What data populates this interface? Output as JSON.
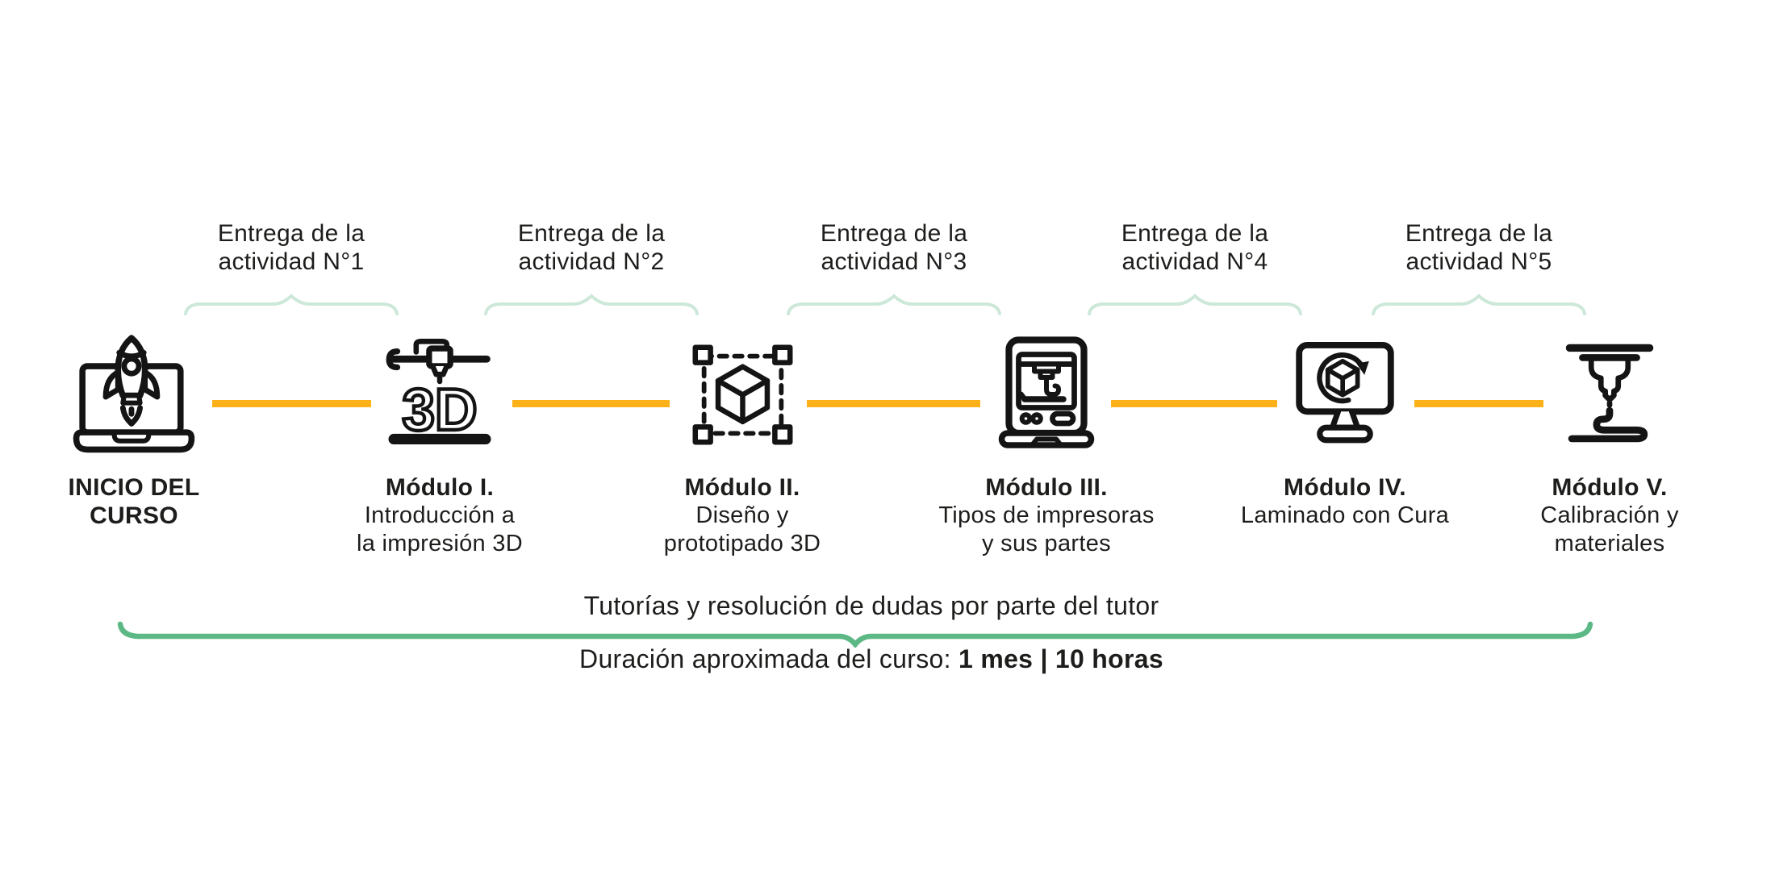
{
  "palette": {
    "connector_yellow": "#FBB117",
    "activity_brace_green": "#CDE8D8",
    "tutoring_bracket_green": "#5CB885",
    "text_color": "#1D1D1B"
  },
  "activities": [
    {
      "line1": "Entrega de la",
      "line2": "actividad N°1"
    },
    {
      "line1": "Entrega de la",
      "line2": "actividad N°2"
    },
    {
      "line1": "Entrega de la",
      "line2": "actividad N°3"
    },
    {
      "line1": "Entrega de la",
      "line2": "actividad N°4"
    },
    {
      "line1": "Entrega de la",
      "line2": "actividad N°5"
    }
  ],
  "stages": [
    {
      "icon": "laptop-rocket-icon",
      "title_lines": [
        "INICIO DEL",
        "CURSO"
      ],
      "desc_lines": []
    },
    {
      "icon": "printer-3d-text-icon",
      "icon_text": "3D",
      "title_lines": [
        "Módulo I."
      ],
      "desc_lines": [
        "Introducción a",
        "la impresión 3D"
      ]
    },
    {
      "icon": "cube-selection-icon",
      "title_lines": [
        "Módulo II."
      ],
      "desc_lines": [
        "Diseño y",
        "prototipado 3D"
      ]
    },
    {
      "icon": "printer-3d-icon",
      "title_lines": [
        "Módulo III."
      ],
      "desc_lines": [
        "Tipos de impresoras",
        "y sus partes"
      ]
    },
    {
      "icon": "monitor-slicer-icon",
      "title_lines": [
        "Módulo IV."
      ],
      "desc_lines": [
        "Laminado con Cura"
      ]
    },
    {
      "icon": "nozzle-filament-icon",
      "title_lines": [
        "Módulo V."
      ],
      "desc_lines": [
        "Calibración y",
        "materiales"
      ]
    }
  ],
  "footer": {
    "tutoring_note": "Tutorías y resolución de dudas por parte del tutor",
    "duration_label": "Duración aproximada del curso: ",
    "duration_value": "1 mes | 10 horas"
  }
}
